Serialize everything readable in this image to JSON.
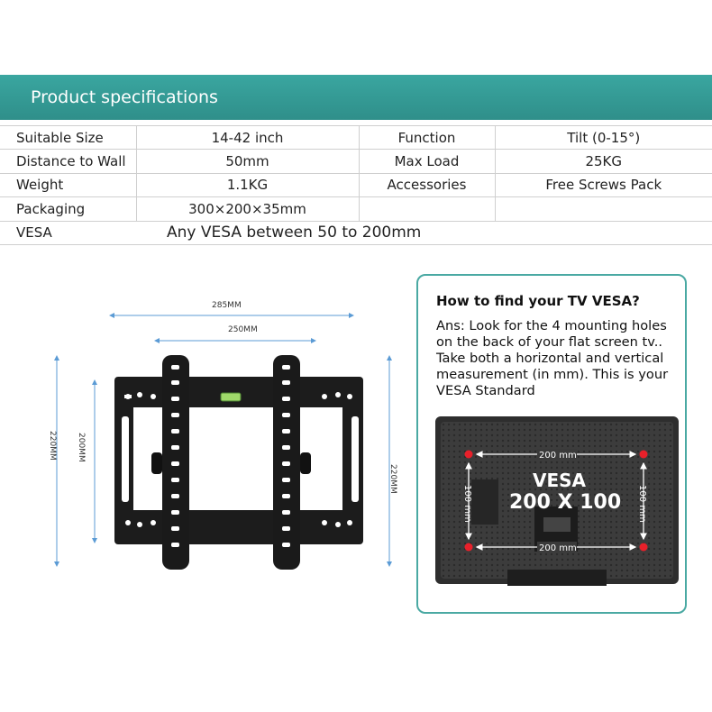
{
  "header": {
    "title": "Product specifications"
  },
  "specs": {
    "rows": [
      {
        "label": "Suitable Size",
        "value": "14-42 inch",
        "label2": "Function",
        "value2": "Tilt (0-15°)"
      },
      {
        "label": "Distance to Wall",
        "value": "50mm",
        "label2": "Max Load",
        "value2": "25KG"
      },
      {
        "label": "Weight",
        "value": "1.1KG",
        "label2": "Accessories",
        "value2": "Free Screws Pack"
      },
      {
        "label": "Packaging",
        "value": "300×200×35mm",
        "label2": "",
        "value2": ""
      }
    ],
    "vesa": {
      "label": "VESA",
      "value": "Any VESA between 50 to 200mm"
    }
  },
  "diagram": {
    "width_outer": "285MM",
    "width_inner": "250MM",
    "height_left_outer": "220MM",
    "height_left_inner": "200MM",
    "height_right": "220MM",
    "accent_color": "#5b9bd5"
  },
  "info": {
    "title": "How to find your TV VESA?",
    "body": "Ans: Look for the 4 mounting holes on the back of your flat screen tv.. Take both a horizontal and vertical measurement (in mm). This is your VESA Standard",
    "border_color": "#4aa9a3",
    "tv": {
      "vesa_line1": "VESA",
      "vesa_line2": "200 X 100",
      "horizontal_top": "200 mm",
      "horizontal_bottom": "200 mm",
      "vertical_left": "100 mm",
      "vertical_right": "100 mm",
      "hole_color": "#e8202a"
    }
  }
}
